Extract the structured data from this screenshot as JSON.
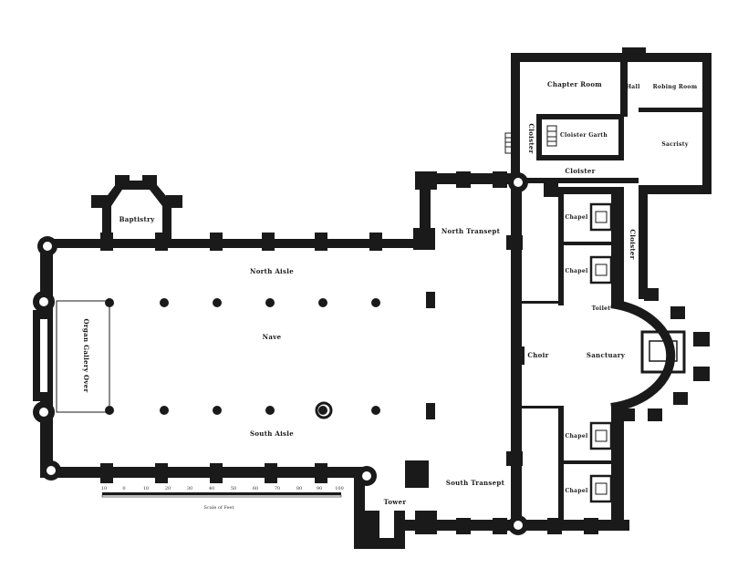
{
  "labels": {
    "baptistry": "Baptistry",
    "north_aisle": "North Aisle",
    "nave": "Nave",
    "south_aisle": "South Aisle",
    "organ_gallery": "Organ Gallery Over",
    "north_transept": "North Transept",
    "south_transept": "South Transept",
    "tower": "Tower",
    "choir": "Choir",
    "sanctuary": "Sanctuary",
    "chapel_1": "Chapel",
    "chapel_2": "Chapel",
    "chapel_3": "Chapel",
    "chapel_4": "Chapel",
    "cloister_top": "Cloister",
    "cloister_left": "Cloister",
    "cloister_right": "Cloister",
    "cloister_garth": "Cloister Garth",
    "chapter_room": "Chapter Room",
    "hall": "Hall",
    "robing_room": "Robing Room",
    "sacristy": "Sacristy",
    "toilet": "Toilet"
  },
  "scale": {
    "caption": "Scale of Feet",
    "ticks": [
      "10",
      "0",
      "10",
      "20",
      "30",
      "40",
      "50",
      "60",
      "70",
      "80",
      "90",
      "100"
    ]
  }
}
